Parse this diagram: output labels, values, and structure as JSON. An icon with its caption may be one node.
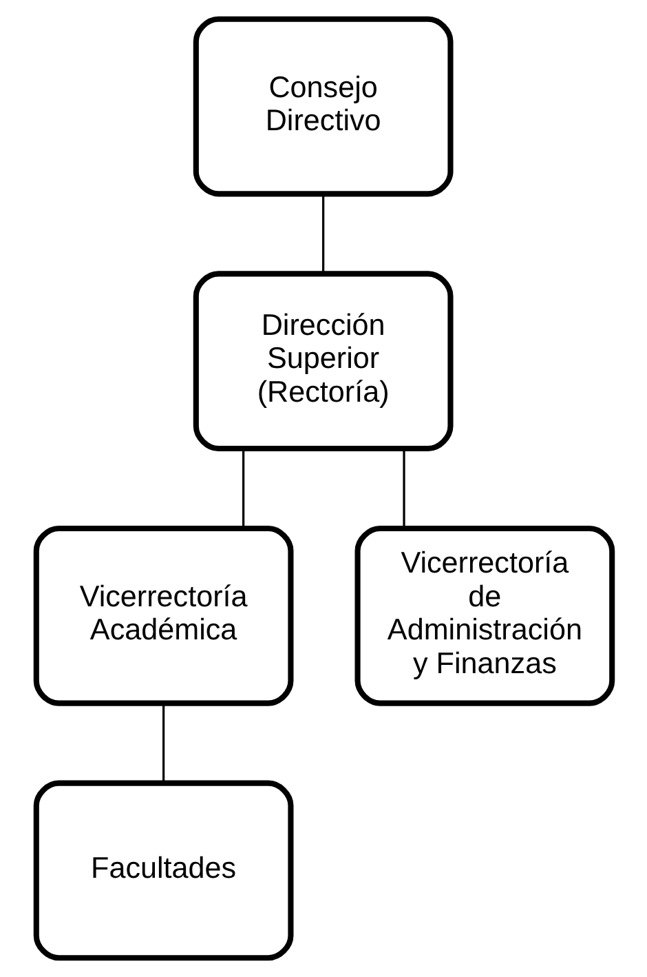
{
  "diagram": {
    "nodes": [
      {
        "text": [
          "Consejo Directivo"
        ]
      },
      {
        "text": [
          "Dirección Superior (Rectoría)"
        ]
      },
      {
        "text": [
          "Vicerrectoría Académica"
        ]
      },
      {
        "text": [
          "Vicerrectoría de Administración y Finanzas"
        ]
      },
      {
        "text": [
          "Facultades"
        ]
      }
    ],
    "edges": [
      {
        "from": 0,
        "to": 1,
        "arrow": "none"
      },
      {
        "from": 1,
        "to": 2,
        "arrow": "none"
      },
      {
        "from": 1,
        "to": 3,
        "arrow": "none"
      },
      {
        "from": 2,
        "to": 4,
        "arrow": "none"
      }
    ]
  }
}
